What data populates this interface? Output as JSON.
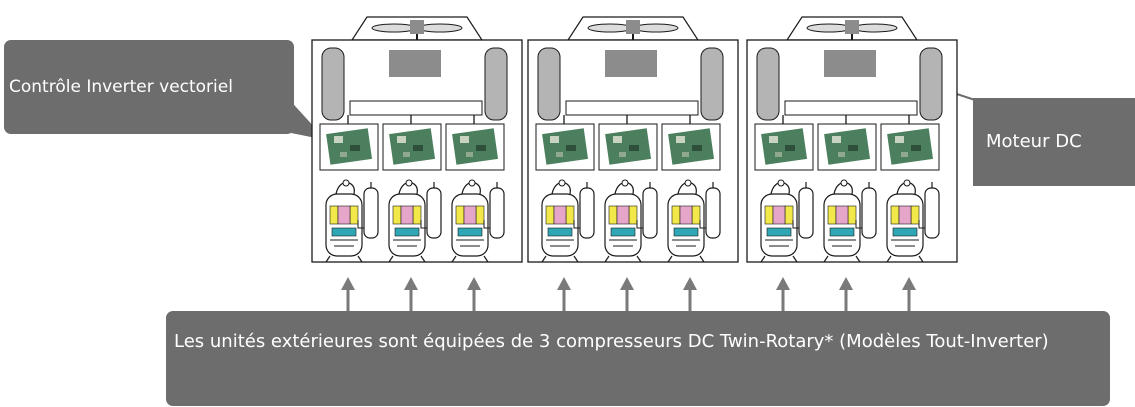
{
  "colors": {
    "callout_bg": "#6d6d6d",
    "unit_stroke": "#1a1a1a",
    "coil_fill": "#b4b4b4",
    "fan_motor_fill": "#8c8c8c",
    "arrow": "#7a7a7a",
    "board_green": "#4c7f5e",
    "compressor_yellow": "#f3e84a",
    "compressor_pink": "#e6a6c9",
    "compressor_teal": "#2fa6b4"
  },
  "diagram": {
    "outdoor_unit_count": 3,
    "compressors_per_unit": 3,
    "icons": [
      "fan-icon",
      "dc-fan-motor-icon",
      "heat-exchanger-coil-icon",
      "inverter-board-icon",
      "compressor-icon",
      "arrow-up-icon"
    ]
  },
  "callouts": {
    "inverter_control": "Contrôle Inverter vectoriel",
    "dc_motor": "Moteur DC",
    "compressors": "Les unités extérieures sont équipées de 3 compresseurs DC Twin-Rotary* (Modèles Tout-Inverter)"
  }
}
